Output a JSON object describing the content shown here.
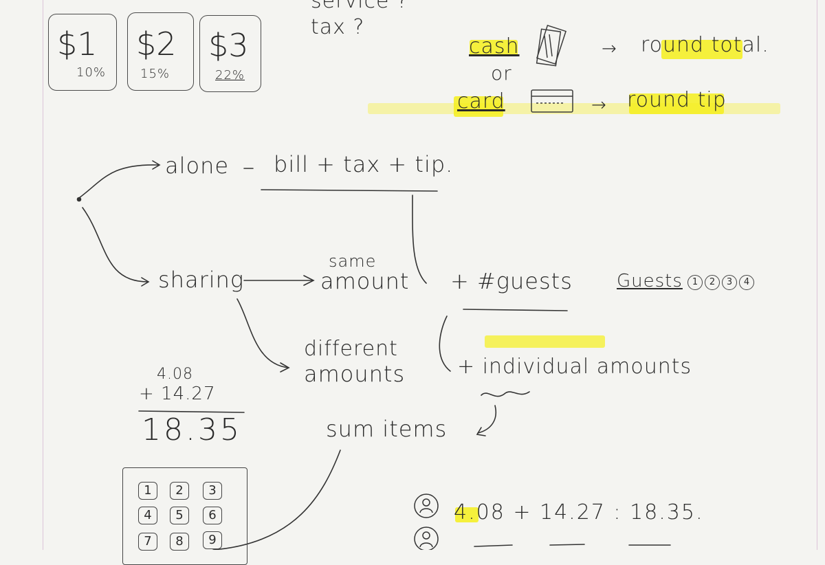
{
  "top_notes": {
    "service": "service ?",
    "tax": "tax ?"
  },
  "tip_options": [
    {
      "amount": "$1",
      "percent": "10%"
    },
    {
      "amount": "$2",
      "percent": "15%"
    },
    {
      "amount": "$3",
      "percent": "22%"
    }
  ],
  "payment": {
    "cash": "cash",
    "or": "or",
    "card": "card",
    "cash_result": "round total.",
    "card_result": "round tip",
    "cash_icon": "cash-bills-icon",
    "card_icon": "credit-card-icon"
  },
  "flow": {
    "alone": "alone",
    "alone_formula": "bill + tax + tip.",
    "sharing": "sharing",
    "same_amount_1": "same",
    "same_amount_2": "amount",
    "plus_guests": "+ #guests",
    "guests_label": "Guests",
    "guest_numbers": [
      "1",
      "2",
      "3",
      "4"
    ],
    "different_1": "different",
    "different_2": "amounts",
    "plus_individual": "+ individual amounts",
    "sum_items": "sum items"
  },
  "arithmetic": {
    "a": "4.08",
    "b": "+ 14.27",
    "result": "18.35"
  },
  "keypad": {
    "keys": [
      "1",
      "2",
      "3",
      "4",
      "5",
      "6",
      "7",
      "8",
      "9"
    ]
  },
  "example": {
    "person_icon": "person-icon",
    "equation": "4.08 + 14.27 : 18.35."
  },
  "colors": {
    "highlight": "#f5ef1c",
    "ink": "#2a2a2a",
    "paper": "#f4f4f1",
    "margin": "#dcc3d8"
  }
}
